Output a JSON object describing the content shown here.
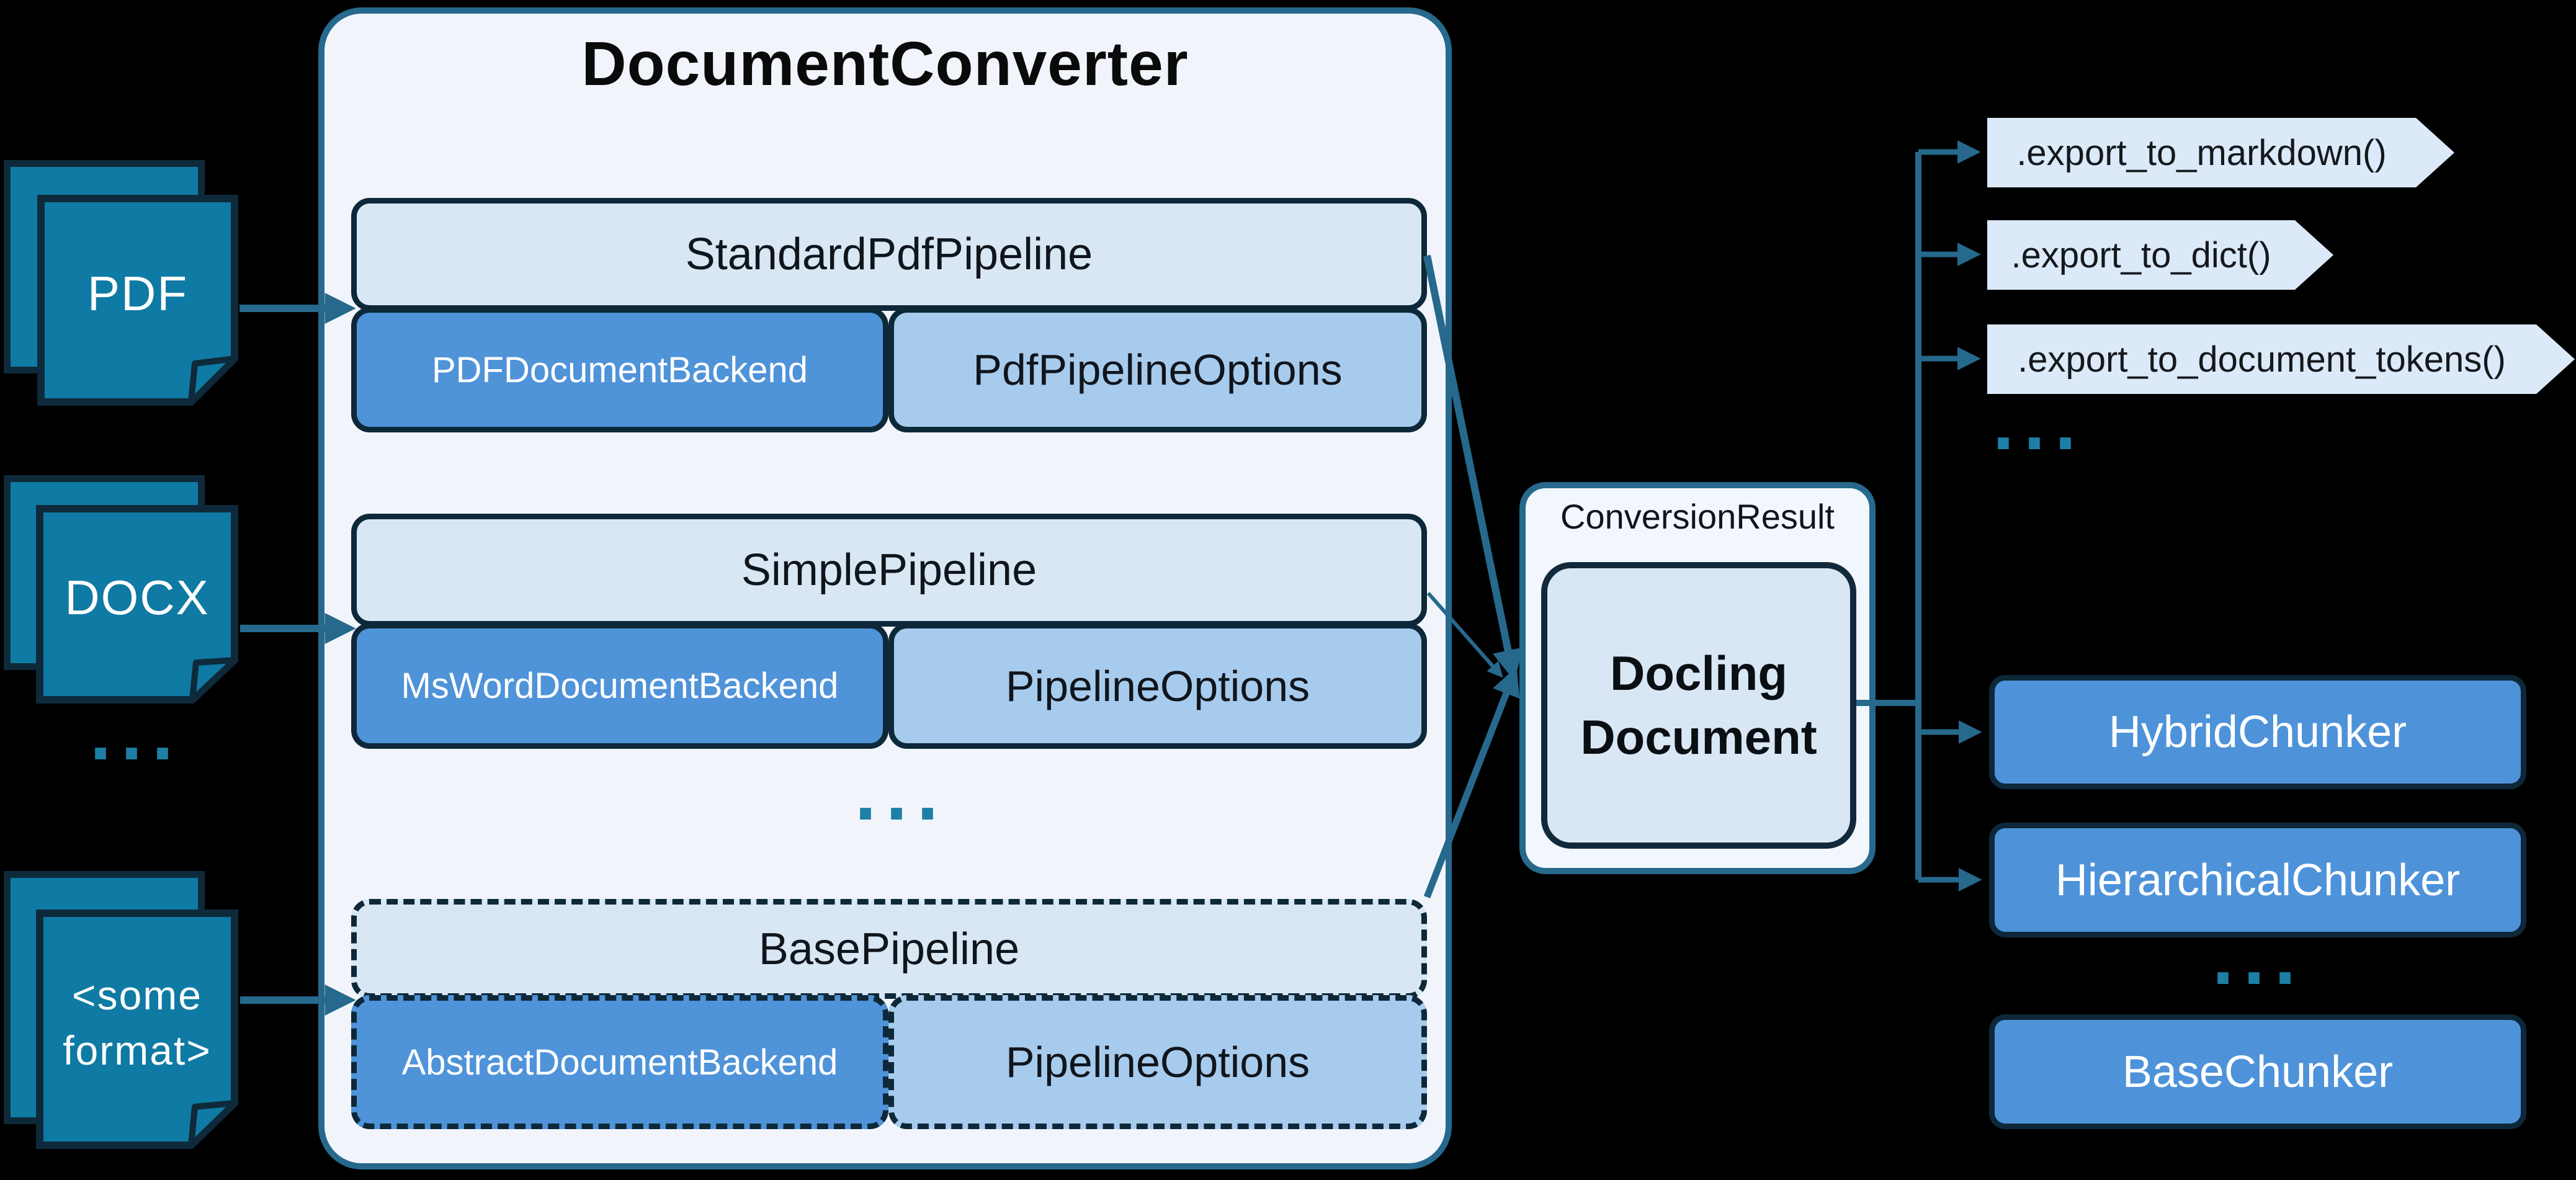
{
  "colors": {
    "background": "#000000",
    "accent_teal": "#26698c",
    "doc_icon_fill": "#0f7aa3",
    "dark_border": "#0d2838",
    "container_fill": "#f1f5fb",
    "pipeline_fill": "#d9e7f5",
    "backend_fill": "#4f93d9",
    "options_fill": "#a7cbec",
    "flag_fill": "#dbe9f8",
    "chunker_fill": "#4e93d9",
    "dots_color": "#1d7fa6"
  },
  "ellipsis": "...",
  "inputs": [
    {
      "label": "PDF"
    },
    {
      "label": "DOCX"
    },
    {
      "label": "<some\nformat>"
    }
  ],
  "converter": {
    "title": "DocumentConverter",
    "rows": [
      {
        "pipeline": "StandardPdfPipeline",
        "backend": "PDFDocumentBackend",
        "options": "PdfPipelineOptions",
        "dashed": false
      },
      {
        "pipeline": "SimplePipeline",
        "backend": "MsWordDocumentBackend",
        "options": "PipelineOptions",
        "dashed": false
      },
      {
        "pipeline": "BasePipeline",
        "backend": "AbstractDocumentBackend",
        "options": "PipelineOptions",
        "dashed": true
      }
    ]
  },
  "result": {
    "label": "ConversionResult",
    "document": "Docling Document"
  },
  "exports": [
    {
      "label": ".export_to_markdown()"
    },
    {
      "label": ".export_to_dict()"
    },
    {
      "label": ".export_to_document_tokens()"
    }
  ],
  "chunkers": [
    {
      "label": "HybridChunker",
      "dashed": false
    },
    {
      "label": "HierarchicalChunker",
      "dashed": false
    },
    {
      "label": "BaseChunker",
      "dashed": true
    }
  ]
}
